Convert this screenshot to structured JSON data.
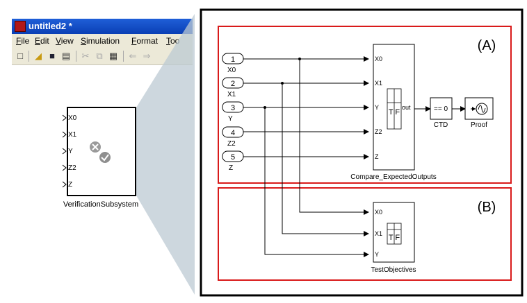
{
  "window": {
    "title": "untitled2 *",
    "menu": [
      "File",
      "Edit",
      "View",
      "Simulation",
      "Format",
      "Too"
    ]
  },
  "toolbar_icons": [
    "new-icon",
    "open-icon",
    "save-icon",
    "print-icon",
    "cut-icon",
    "copy-icon",
    "paste-icon",
    "back-icon",
    "forward-icon"
  ],
  "subsystem": {
    "name": "VerificationSubsystem",
    "ports": [
      "X0",
      "X1",
      "Y",
      "Z2",
      "Z"
    ]
  },
  "detail": {
    "section_a_label": "(A)",
    "section_b_label": "(B)",
    "inports": [
      {
        "num": "1",
        "name": "X0"
      },
      {
        "num": "2",
        "name": "X1"
      },
      {
        "num": "3",
        "name": "Y"
      },
      {
        "num": "4",
        "name": "Z2"
      },
      {
        "num": "5",
        "name": "Z"
      }
    ],
    "compare_block": {
      "name": "Compare_ExpectedOutputs",
      "inputs": [
        "X0",
        "X1",
        "Y",
        "Z2",
        "Z"
      ],
      "output": "out",
      "icon_text": "T F"
    },
    "ctd_block": {
      "name": "CTD",
      "text": "== 0"
    },
    "proof_block": {
      "name": "Proof"
    },
    "test_block": {
      "name": "TestObjectives",
      "inputs": [
        "X0",
        "X1",
        "Y"
      ],
      "icon_text": "T F"
    }
  }
}
